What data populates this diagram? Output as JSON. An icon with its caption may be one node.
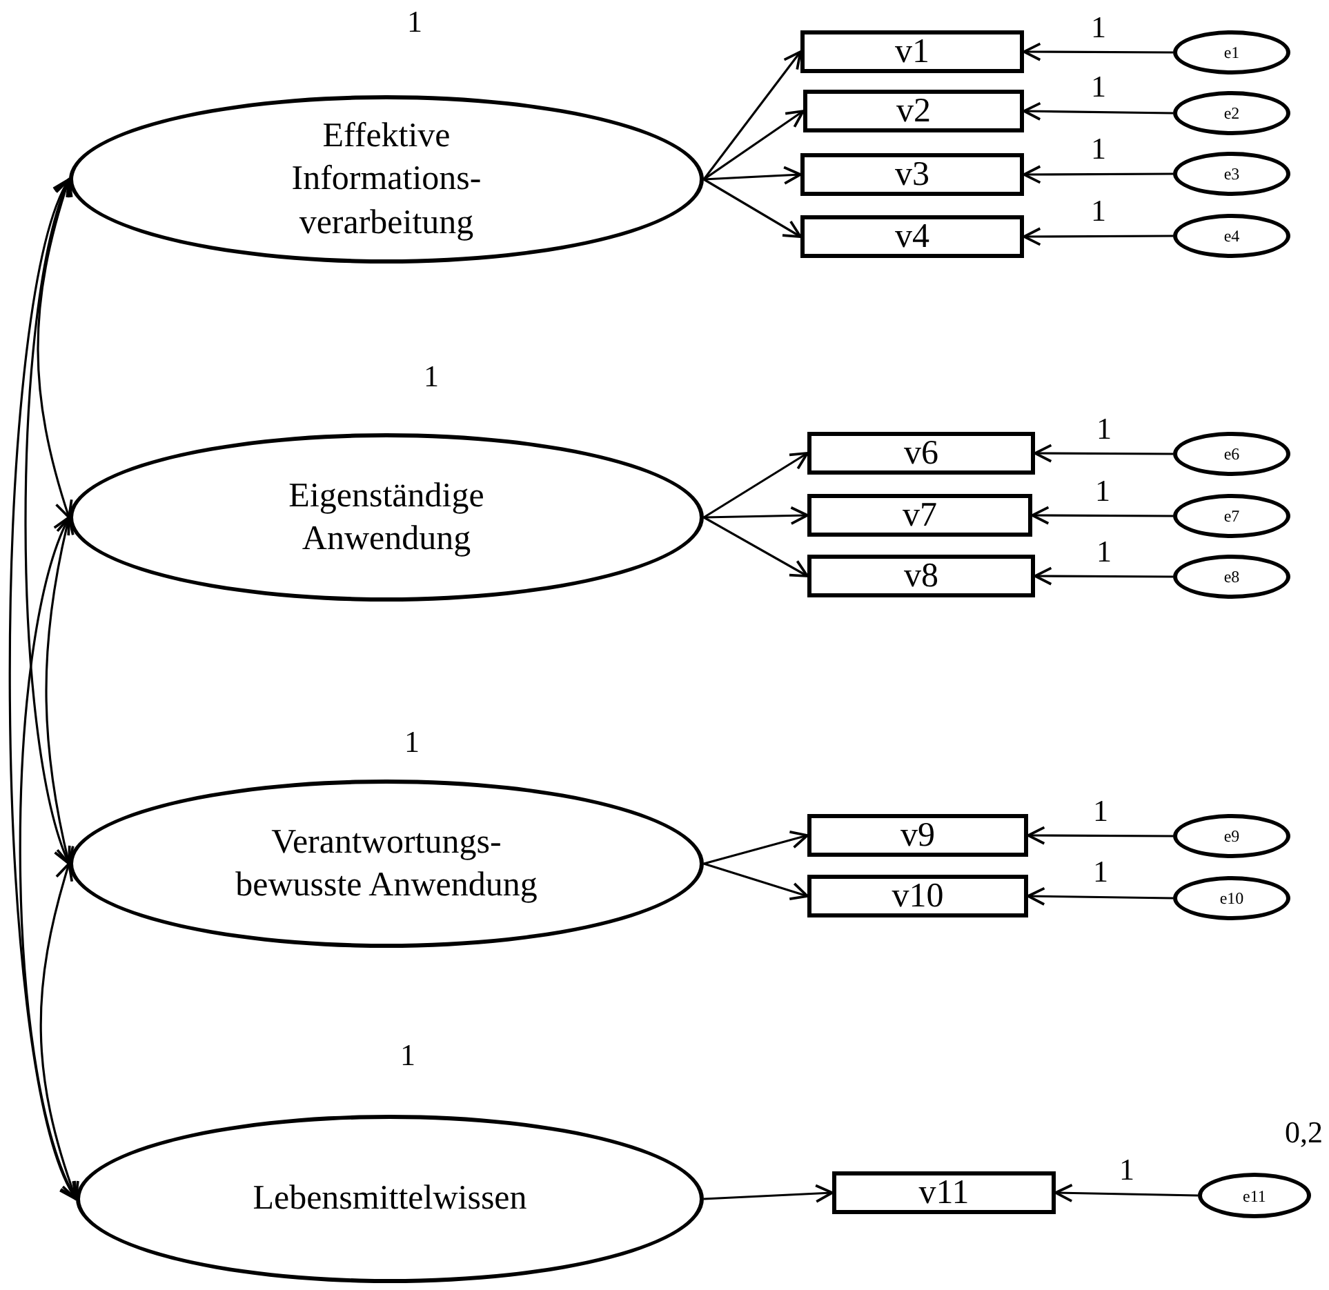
{
  "diagram": {
    "nodes": [
      {
        "text": [
          "Effektive Informations- verarbeitung"
        ],
        "beside": [
          "1"
        ]
      },
      {
        "text": [
          "v1"
        ]
      },
      {
        "text": [
          "v2"
        ]
      },
      {
        "text": [
          "v3"
        ]
      },
      {
        "text": [
          "v4"
        ]
      },
      {
        "text": [
          "e1"
        ]
      },
      {
        "text": [
          "e2"
        ]
      },
      {
        "text": [
          "e3"
        ]
      },
      {
        "text": [
          "e4"
        ]
      },
      {
        "text": [
          "Eigenständige Anwendung"
        ],
        "beside": [
          "1"
        ]
      },
      {
        "text": [
          "v6"
        ]
      },
      {
        "text": [
          "v7"
        ]
      },
      {
        "text": [
          "v8"
        ]
      },
      {
        "text": [
          "e6"
        ]
      },
      {
        "text": [
          "e7"
        ]
      },
      {
        "text": [
          "e8"
        ]
      },
      {
        "text": [
          "Verantwortungs- bewusste Anwendung"
        ],
        "beside": [
          "1"
        ]
      },
      {
        "text": [
          "v9"
        ]
      },
      {
        "text": [
          "v10"
        ]
      },
      {
        "text": [
          "e9"
        ]
      },
      {
        "text": [
          "e10"
        ]
      },
      {
        "text": [
          "Lebensmittelwissen"
        ],
        "beside": [
          "1"
        ]
      },
      {
        "text": [
          "v11"
        ]
      },
      {
        "text": [
          "e11"
        ],
        "beside": [
          "0,2"
        ]
      }
    ],
    "edges": [
      {
        "from": 0,
        "to": 1,
        "arrow": "to"
      },
      {
        "from": 0,
        "to": 2,
        "arrow": "to"
      },
      {
        "from": 0,
        "to": 3,
        "arrow": "to"
      },
      {
        "from": 0,
        "to": 4,
        "arrow": "to"
      },
      {
        "from": 5,
        "to": 1,
        "arrow": "to",
        "label": "1"
      },
      {
        "from": 6,
        "to": 2,
        "arrow": "to",
        "label": "1"
      },
      {
        "from": 7,
        "to": 3,
        "arrow": "to",
        "label": "1"
      },
      {
        "from": 8,
        "to": 4,
        "arrow": "to",
        "label": "1"
      },
      {
        "from": 9,
        "to": 10,
        "arrow": "to"
      },
      {
        "from": 9,
        "to": 11,
        "arrow": "to"
      },
      {
        "from": 9,
        "to": 12,
        "arrow": "to"
      },
      {
        "from": 13,
        "to": 10,
        "arrow": "to",
        "label": "1"
      },
      {
        "from": 14,
        "to": 11,
        "arrow": "to",
        "label": "1"
      },
      {
        "from": 15,
        "to": 12,
        "arrow": "to",
        "label": "1"
      },
      {
        "from": 16,
        "to": 17,
        "arrow": "to"
      },
      {
        "from": 16,
        "to": 18,
        "arrow": "to"
      },
      {
        "from": 19,
        "to": 17,
        "arrow": "to",
        "label": "1"
      },
      {
        "from": 20,
        "to": 18,
        "arrow": "to",
        "label": "1"
      },
      {
        "from": 21,
        "to": 22,
        "arrow": "to"
      },
      {
        "from": 23,
        "to": 22,
        "arrow": "to",
        "label": "1"
      },
      {
        "from": 0,
        "to": 9,
        "arrow": "both"
      },
      {
        "from": 0,
        "to": 16,
        "arrow": "both"
      },
      {
        "from": 0,
        "to": 21,
        "arrow": "both"
      },
      {
        "from": 9,
        "to": 16,
        "arrow": "both"
      },
      {
        "from": 9,
        "to": 21,
        "arrow": "both"
      },
      {
        "from": 16,
        "to": 21,
        "arrow": "both"
      }
    ]
  }
}
